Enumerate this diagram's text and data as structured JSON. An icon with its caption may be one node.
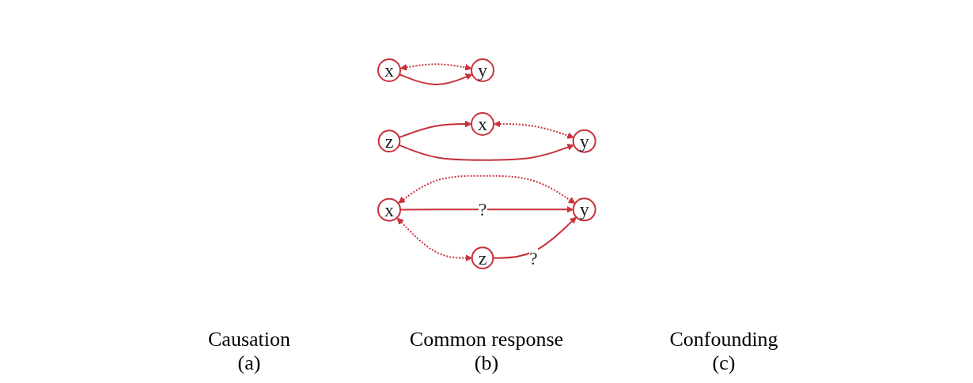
{
  "diagram": {
    "nodes": [
      {
        "text": [
          "x"
        ]
      },
      {
        "text": [
          "y"
        ]
      },
      {
        "text": [
          "x"
        ]
      },
      {
        "text": [
          "y"
        ]
      },
      {
        "text": [
          "z"
        ]
      },
      {
        "text": [
          "x"
        ]
      },
      {
        "text": [
          "y"
        ]
      },
      {
        "text": [
          "z"
        ]
      }
    ],
    "edges": [
      {
        "from": 0,
        "to": 1,
        "arrow": "both",
        "style": "dashed"
      },
      {
        "from": 0,
        "to": 1,
        "arrow": "to"
      },
      {
        "from": 2,
        "to": 3,
        "arrow": "both",
        "style": "dashed"
      },
      {
        "from": 4,
        "to": 2,
        "arrow": "to"
      },
      {
        "from": 4,
        "to": 3,
        "arrow": "to"
      },
      {
        "from": 5,
        "to": 6,
        "arrow": "both",
        "style": "dashed"
      },
      {
        "from": 5,
        "to": 6,
        "arrow": "to",
        "label": "?"
      },
      {
        "from": 5,
        "to": 7,
        "arrow": "both",
        "style": "dashed"
      },
      {
        "from": 7,
        "to": 6,
        "arrow": "to",
        "label": "?"
      }
    ],
    "labels": [
      "Causation",
      "Common response",
      "Confounding",
      "(a)",
      "(b)",
      "(c)"
    ]
  }
}
